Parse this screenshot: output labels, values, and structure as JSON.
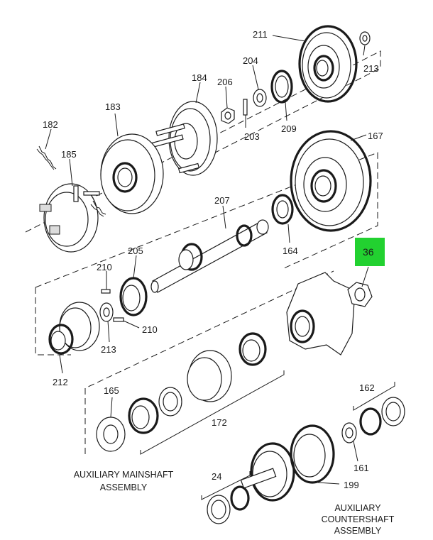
{
  "diagram": {
    "labels": {
      "p211": "211",
      "p213a": "213",
      "p204": "204",
      "p206": "206",
      "p184": "184",
      "p183": "183",
      "p182": "182",
      "p185": "185",
      "p203": "203",
      "p209": "209",
      "p167": "167",
      "p207": "207",
      "p164": "164",
      "p205": "205",
      "p210a": "210",
      "p210b": "210",
      "p213b": "213",
      "p212": "212",
      "p165": "165",
      "p172": "172",
      "p162": "162",
      "p161": "161",
      "p24": "24",
      "p199": "199"
    },
    "highlight": {
      "label": "36",
      "color": "#22d130"
    },
    "captions": {
      "mainshaft_line1": "AUXILIARY MAINSHAFT",
      "mainshaft_line2": "ASSEMBLY",
      "countershaft_line1": "AUXILIARY",
      "countershaft_line2": "COUNTERSHAFT",
      "countershaft_line3": "ASSEMBLY"
    }
  }
}
